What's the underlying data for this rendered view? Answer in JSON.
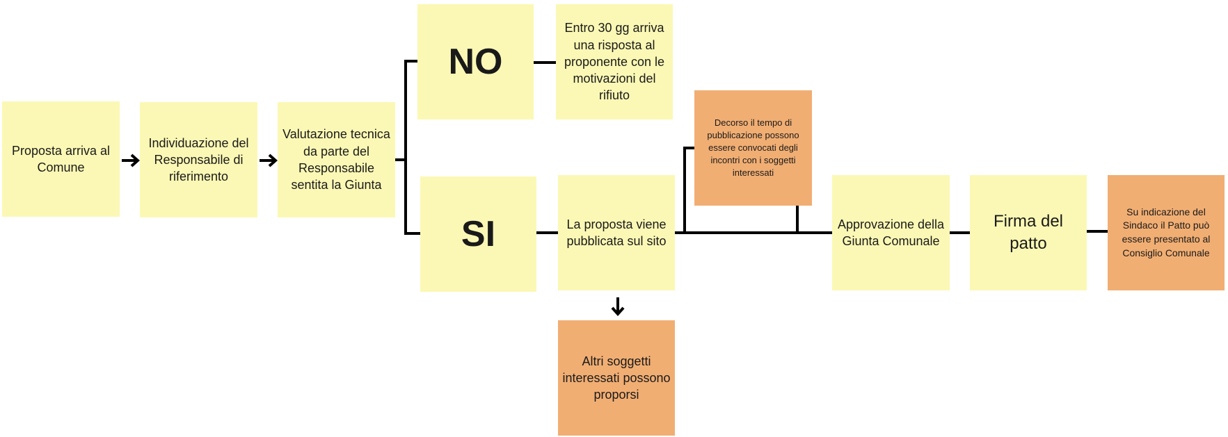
{
  "diagram": {
    "nodes": {
      "proposta_arriva": "Proposta arriva al Comune",
      "individuazione": "Individuazione del Responsabile di riferimento",
      "valutazione": "Valutazione tecnica da parte del Responsabile sentita la Giunta",
      "no": "NO",
      "risposta": "Entro 30 gg arriva una risposta al proponente con le motivazioni del rifiuto",
      "si": "SI",
      "pubblicata": "La proposta viene pubblicata sul sito",
      "altri_soggetti": "Altri soggetti interessati possono proporsi",
      "decorso": "Decorso il tempo di pubblicazione possono essere convocati degli incontri con i soggetti interessati",
      "approvazione": "Approvazione della Giunta Comunale",
      "firma": "Firma del patto",
      "consiglio": "Su indicazione del Sindaco il Patto può essere presentato al Consiglio Comunale"
    },
    "colors": {
      "yellow": "#fbf8b5",
      "orange": "#f1ae73",
      "line": "#000000"
    }
  }
}
